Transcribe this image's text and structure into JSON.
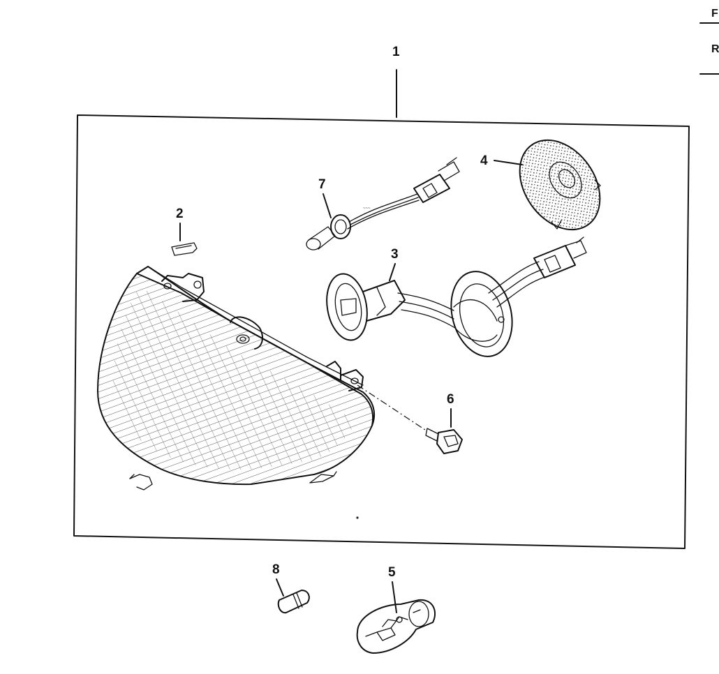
{
  "callouts": {
    "assembly": "1",
    "clip": "2",
    "socket": "3",
    "cover": "4",
    "headlamp_bulb": "5",
    "screw": "6",
    "harness": "7",
    "position_bulb": "8"
  },
  "edge_text": {
    "top": "F",
    "middle": "R"
  }
}
